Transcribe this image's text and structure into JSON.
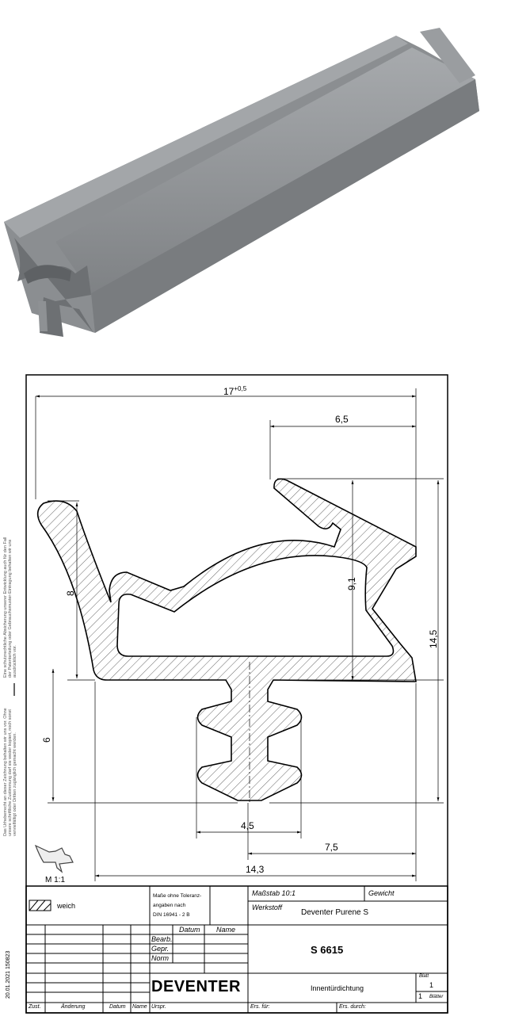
{
  "dimensions": {
    "overall_width": "17",
    "overall_width_tol": "+0,5",
    "arm_width": "6,5",
    "arm_height": "9,1",
    "total_height": "14,5",
    "lip_height": "8",
    "stem_height": "6",
    "stem_width": "4,5",
    "stem_offset": "7,5",
    "base_width": "14,3"
  },
  "thumbnail": {
    "scale": "M 1:1"
  },
  "side_notes": {
    "copyright": "Das Urheberrecht an dieser Zeichnung behalten wir uns vor. Ohne unsere schriftliche Zustimmung darf sie weder kopiert, noch sonst vervielfältigt oder Dritten zugänglich gemacht werden.",
    "patent": "Eine schutzrechtliche Absicherung unserer Entwicklung auch für den Fall der Patenterteilung oder Gebrauchsmuster-Eintragung behalten wir uns ausdrücklich vor.",
    "doc_id": "20.01.2021 150823"
  },
  "title_block": {
    "material_legend": "weich",
    "tolerance_note_1": "Maße ohne Toleranz-",
    "tolerance_note_2": "angaben nach",
    "tolerance_note_3": "DIN 16941 - 2 B",
    "scale": "Maßstab 10:1",
    "weight_label": "Gewicht",
    "material_label": "Werkstoff",
    "material": "Deventer Purene S",
    "date_header": "Datum",
    "name_header": "Name",
    "bearb": "Bearb.",
    "gepr": "Gepr.",
    "norm": "Norm",
    "part_number": "S 6615",
    "company": "DEVENTER",
    "description": "Innentürdichtung",
    "sheet_label": "Blatt",
    "sheet_number": "1",
    "sheets_total": "1",
    "sheets_label": "Blätter",
    "rev_zust": "Zust.",
    "rev_change": "Änderung",
    "rev_date": "Datum",
    "rev_name": "Name",
    "origin": "Urspr.",
    "replaces": "Ers. für:",
    "replaced_by": "Ers. durch:"
  }
}
